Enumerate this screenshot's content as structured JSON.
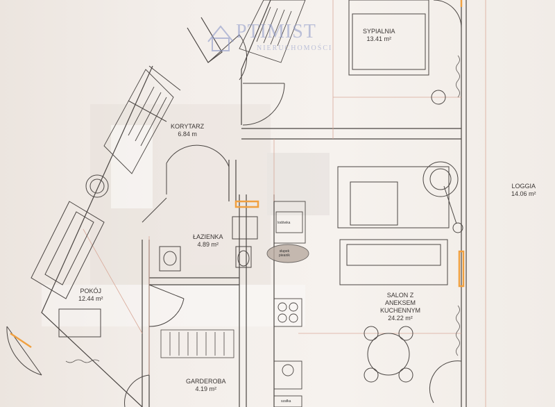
{
  "rooms": [
    {
      "id": "sypialnia",
      "name": "SYPIALNIA",
      "area": "13.41 m²"
    },
    {
      "id": "korytarz",
      "name": "KORYTARZ",
      "area": "6.84 m"
    },
    {
      "id": "loggia",
      "name": "LOGGIA",
      "area": "14.06 m²"
    },
    {
      "id": "lazienka",
      "name": "ŁAZIENKA",
      "area": "4.89 m²"
    },
    {
      "id": "pokoj",
      "name": "POKÓJ",
      "area": "12.44 m²"
    },
    {
      "id": "salon",
      "name_lines": [
        "SALON Z",
        "ANEKSEM",
        "KUCHENNYM"
      ],
      "area": "24.22 m²"
    },
    {
      "id": "garderoba",
      "name": "GARDEROBA",
      "area": "4.19 m²"
    }
  ],
  "fixtures": {
    "lodowka": "lodówka",
    "slupek_lines": [
      "słupek",
      "pieanik"
    ],
    "szafka": "szafka"
  },
  "watermark": {
    "main": "PTIMIST",
    "sub": "NIERUCHOMOŚCI"
  },
  "colors": {
    "wall": "#4a4542",
    "accent_orange": "#f0a040",
    "room_line": "#d8a898"
  }
}
